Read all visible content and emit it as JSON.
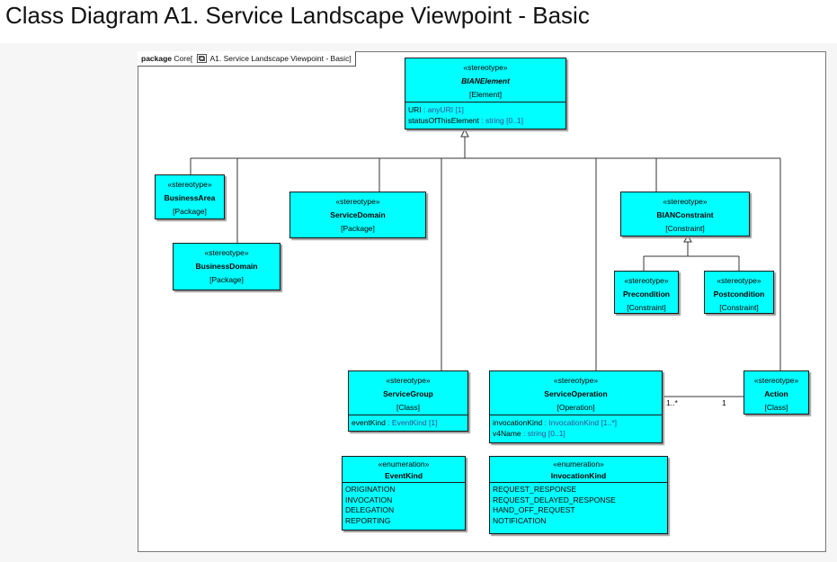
{
  "title": "Class Diagram A1. Service Landscape Viewpoint - Basic",
  "package": {
    "keyword": "package",
    "name": "Core",
    "diagram_name": "A1. Service Landscape Viewpoint - Basic",
    "bracket_open": "[",
    "bracket_close": "]"
  },
  "colors": {
    "box_fill": "#00ffff",
    "type_text": "#3a4f8c"
  },
  "icons": [
    "diagram-icon",
    "generalization-arrow"
  ],
  "stereotype_label": "«stereotype»",
  "enumeration_label": "«enumeration»",
  "elements": {
    "bian_element": {
      "name": "BIANElement",
      "meta": "[Element]",
      "attrs": [
        {
          "name": "URI",
          "type": " : anyURI [1]"
        },
        {
          "name": "statusOfThisElement",
          "type": " : string [0..1]"
        }
      ]
    },
    "business_area": {
      "name": "BusinessArea",
      "meta": "[Package]"
    },
    "business_domain": {
      "name": "BusinessDomain",
      "meta": "[Package]"
    },
    "service_domain": {
      "name": "ServiceDomain",
      "meta": "[Package]"
    },
    "bian_constraint": {
      "name": "BIANConstraint",
      "meta": "[Constraint]"
    },
    "precondition": {
      "name": "Precondition",
      "meta": "[Constraint]"
    },
    "postcondition": {
      "name": "Postcondition",
      "meta": "[Constraint]"
    },
    "service_group": {
      "name": "ServiceGroup",
      "meta": "[Class]",
      "attrs": [
        {
          "name": "eventKind",
          "type": " : EventKind [1]"
        }
      ]
    },
    "service_operation": {
      "name": "ServiceOperation",
      "meta": "[Operation]",
      "attrs": [
        {
          "name": "invocationKind",
          "type": " : InvocationKind [1..*]"
        },
        {
          "name": "v4Name",
          "type": " : string [0..1]"
        }
      ]
    },
    "action": {
      "name": "Action",
      "meta": "[Class]"
    },
    "event_kind": {
      "name": "EventKind",
      "literals": [
        "ORIGINATION",
        "INVOCATION",
        "DELEGATION",
        "REPORTING"
      ]
    },
    "invocation_kind": {
      "name": "InvocationKind",
      "literals": [
        "REQUEST_RESPONSE",
        "REQUEST_DELAYED_RESPONSE",
        "HAND_OFF_REQUEST",
        "NOTIFICATION"
      ]
    }
  },
  "association": {
    "source_multiplicity": "1..*",
    "target_multiplicity": "1"
  }
}
